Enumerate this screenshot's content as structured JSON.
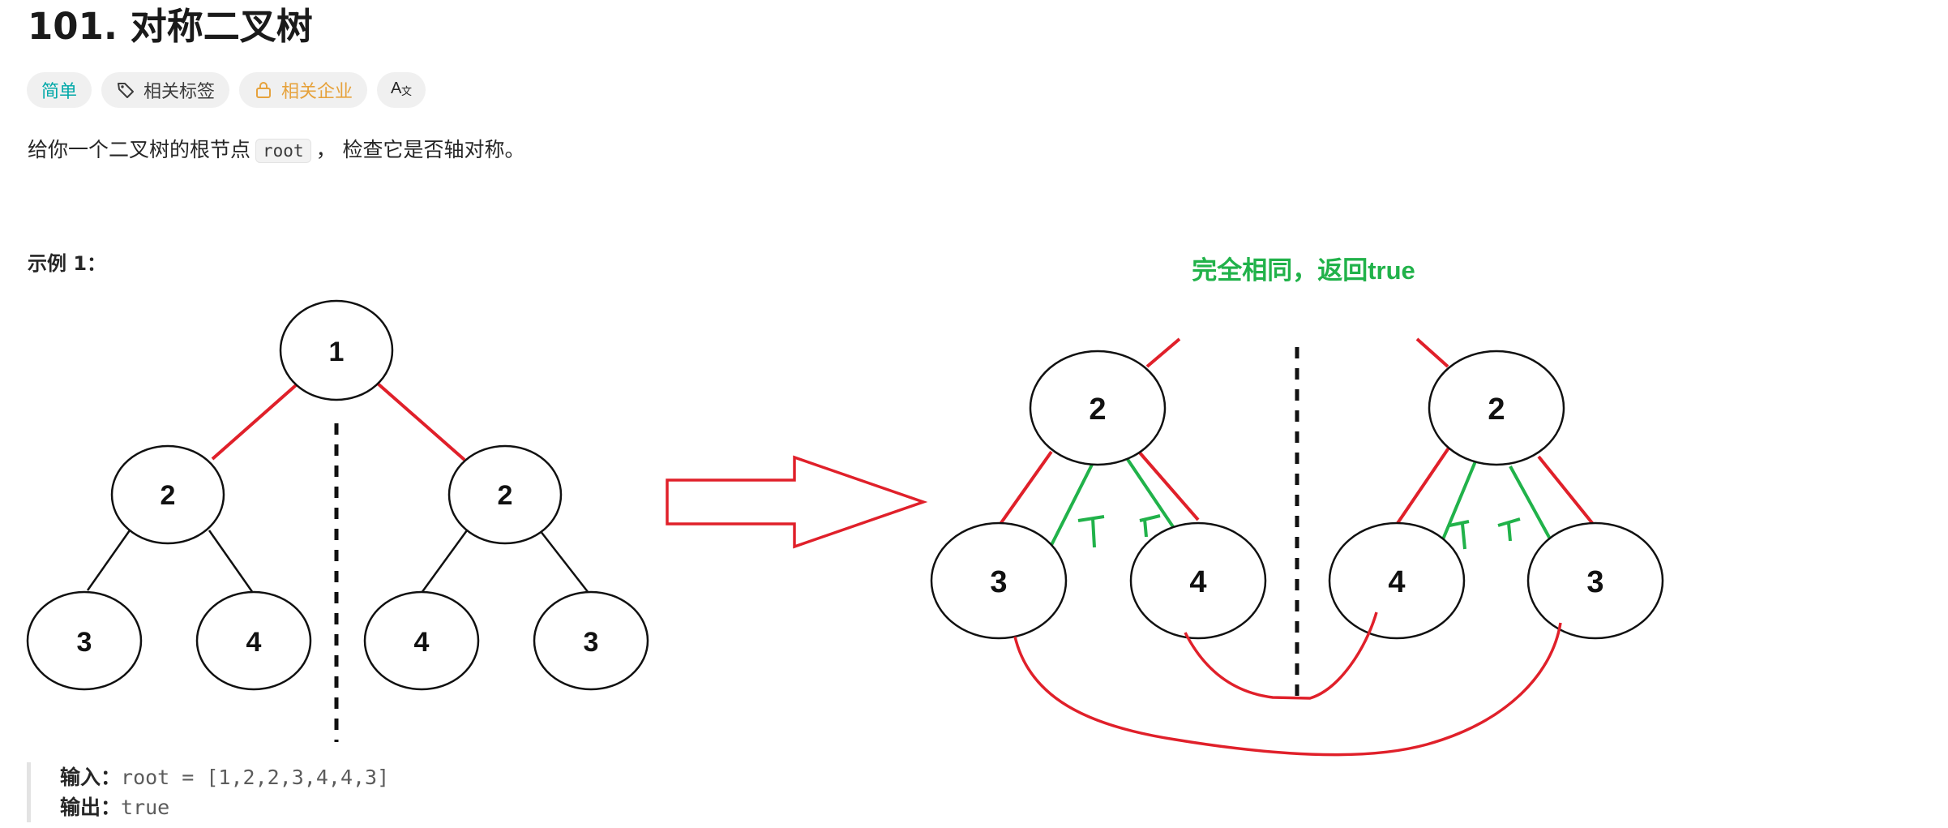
{
  "problem": {
    "title": "101. 对称二叉树",
    "tags": {
      "difficulty": "简单",
      "related_tags": "相关标签",
      "related_companies": "相关企业",
      "translate_icon": "Aa-translate-icon"
    },
    "description": {
      "before": "给你一个二叉树的根节点",
      "code": "root",
      "after": "， 检查它是否轴对称。"
    }
  },
  "example": {
    "title": "示例 1：",
    "input_label": "输入：",
    "input_value": "root = [1,2,2,3,4,4,3]",
    "output_label": "输出：",
    "output_value": "true"
  },
  "left_tree": {
    "nodes": [
      "1",
      "2",
      "2",
      "3",
      "4",
      "4",
      "3"
    ]
  },
  "right_diagram": {
    "annotation": "完全相同，返回true",
    "left_subtree": [
      "2",
      "3",
      "4"
    ],
    "right_subtree": [
      "2",
      "4",
      "3"
    ],
    "marks": [
      "T",
      "T",
      "T",
      "T"
    ]
  },
  "colors": {
    "easy": "#00a8a8",
    "company": "#e6a23c",
    "red_annotation": "#e0202a",
    "green_annotation": "#21b24a"
  }
}
